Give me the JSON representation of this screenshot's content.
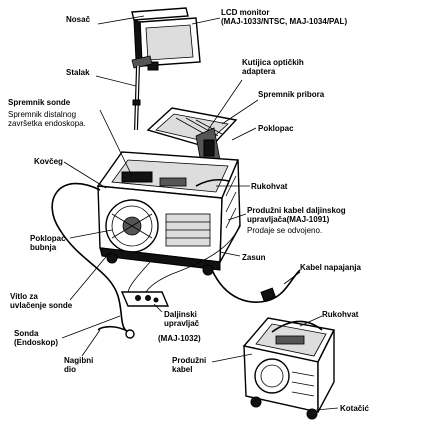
{
  "labels": {
    "nosac": "Nosač",
    "lcd_monitor_1": "LCD monitor",
    "lcd_monitor_2": "(MAJ-1033/NTSC, MAJ-1034/PAL)",
    "stalak": "Stalak",
    "kutijica_1": "Kutijica optičkih",
    "kutijica_2": "adaptera",
    "spremnik_pribora": "Spremnik pribora",
    "spremnik_sonde": "Spremnik sonde",
    "spremnik_distalnog_1": "Spremnik distalnog",
    "spremnik_distalnog_2": "završetka endoskopa.",
    "poklopac": "Poklopac",
    "kovceg": "Kovčeg",
    "rukohvat_top": "Rukohvat",
    "produzni_kabel_1": "Produžni kabel daljinskog",
    "produzni_kabel_2": "upravljača(MAJ-1091)",
    "prodaje_se": "Prodaje se odvojeno.",
    "poklopac_bubnja_1": "Poklopac",
    "poklopac_bubnja_2": "bubnja",
    "zasun": "Zasun",
    "kabel_napajanja": "Kabel napajanja",
    "vitlo_1": "Vitlo za",
    "vitlo_2": "uvlačenje sonde",
    "daljinski_1": "Daljinski",
    "daljinski_2": "upravljač",
    "daljinski_3": "(MAJ-1032)",
    "sonda_1": "Sonda",
    "sonda_2": "(Endoskop)",
    "nagibni_1": "Nagibni",
    "nagibni_2": "dio",
    "rukohvat_bottom": "Rukohvat",
    "produzni_kabel_b_1": "Produžni",
    "produzni_kabel_b_2": "kabel",
    "kotacic": "Kotačić"
  },
  "colors": {
    "ink": "#000000",
    "background": "#ffffff"
  }
}
